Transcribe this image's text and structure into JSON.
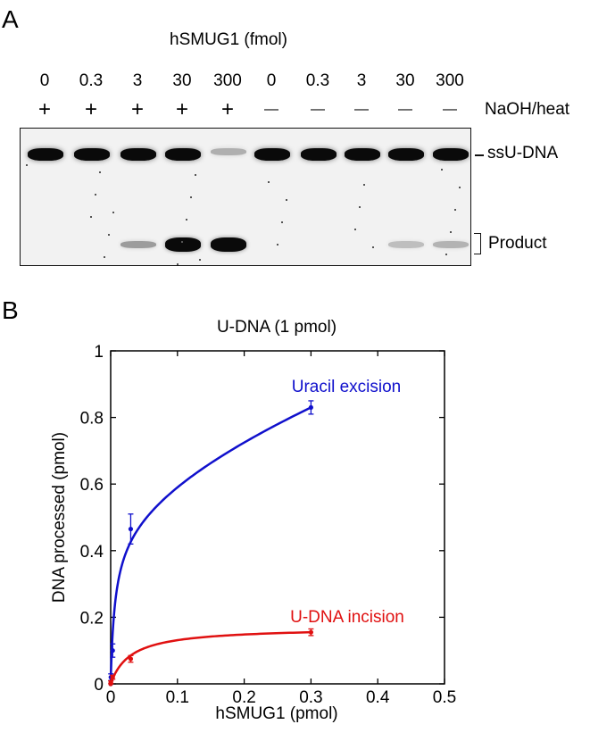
{
  "panelA": {
    "label": "A",
    "title": "hSMUG1 (fmol)",
    "lanes": [
      "0",
      "0.3",
      "3",
      "30",
      "300",
      "0",
      "0.3",
      "3",
      "30",
      "300"
    ],
    "treatment": [
      "+",
      "+",
      "+",
      "+",
      "+",
      "—",
      "—",
      "—",
      "—",
      "—"
    ],
    "treatment_label": "NaOH/heat",
    "band_labels": {
      "top": "ssU-DNA",
      "bottom": "Product"
    },
    "product_intensity": [
      0.0,
      0.0,
      0.35,
      1.0,
      1.0,
      0.0,
      0.0,
      0.0,
      0.2,
      0.25
    ],
    "substrate_intensity": [
      1.0,
      1.0,
      1.0,
      1.0,
      0.25,
      1.0,
      1.0,
      1.0,
      1.0,
      1.0
    ]
  },
  "panelB": {
    "label": "B",
    "chart_data": {
      "type": "line",
      "title": "U-DNA (1 pmol)",
      "xlabel": "hSMUG1 (pmol)",
      "ylabel": "DNA processed (pmol)",
      "xlim": [
        0,
        0.5
      ],
      "ylim": [
        0,
        1
      ],
      "xticks": [
        "0",
        "0.1",
        "0.2",
        "0.3",
        "0.4",
        "0.5"
      ],
      "yticks": [
        "0",
        "0.2",
        "0.4",
        "0.6",
        "0.8",
        "1"
      ],
      "grid": false,
      "series": [
        {
          "name": "Uracil excision",
          "color": "#1010cc",
          "points": [
            {
              "x": 0,
              "y": 0,
              "err": 0
            },
            {
              "x": 0.0003,
              "y": 0.02,
              "err": 0.01
            },
            {
              "x": 0.003,
              "y": 0.1,
              "err": 0.02
            },
            {
              "x": 0.03,
              "y": 0.465,
              "err": 0.045
            },
            {
              "x": 0.3,
              "y": 0.83,
              "err": 0.02
            }
          ]
        },
        {
          "name": "U-DNA incision",
          "color": "#e01010",
          "points": [
            {
              "x": 0,
              "y": 0,
              "err": 0
            },
            {
              "x": 0.0003,
              "y": 0.005,
              "err": 0.004
            },
            {
              "x": 0.003,
              "y": 0.02,
              "err": 0.006
            },
            {
              "x": 0.03,
              "y": 0.075,
              "err": 0.01
            },
            {
              "x": 0.3,
              "y": 0.155,
              "err": 0.01
            }
          ]
        }
      ]
    }
  }
}
